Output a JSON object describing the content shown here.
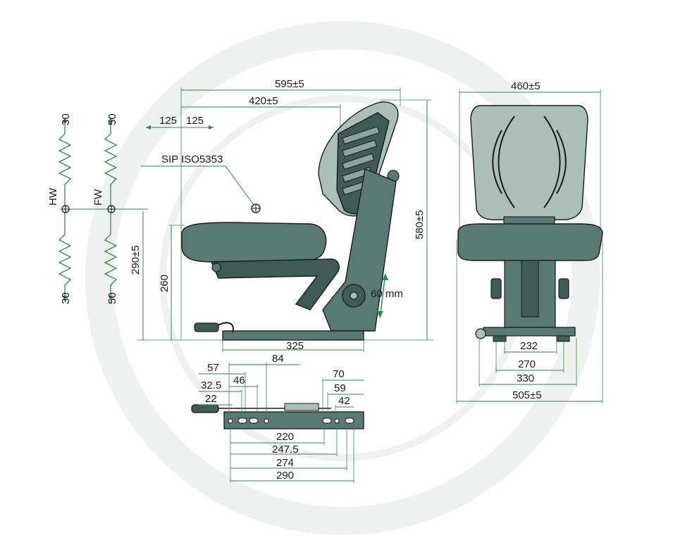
{
  "labels": {
    "overall_depth": "595±5",
    "backrest_depth": "420±5",
    "fore_aft_left": "125",
    "fore_aft_right": "125",
    "sip": "SIP ISO5353",
    "hw": "HW",
    "fw": "FW",
    "hw_up": "30",
    "hw_down": "30",
    "fw_up": "50",
    "fw_down": "50",
    "height_290": "290±5",
    "height_260": "260",
    "height_580": "580±5",
    "stroke_60": "60 mm",
    "base_325": "325",
    "front_width": "460±5",
    "w232": "232",
    "w270": "270",
    "w330": "330",
    "w505": "505±5",
    "rail_84": "84",
    "rail_57": "57",
    "rail_46": "46",
    "rail_32_5": "32.5",
    "rail_22": "22",
    "rail_70": "70",
    "rail_59": "59",
    "rail_42": "42",
    "rail_220": "220",
    "rail_247_5": "247.5",
    "rail_274": "274",
    "rail_290": "290"
  },
  "colors": {
    "dimension_line": "#2f8a4f",
    "seat_body": "#587a72",
    "seat_light": "#a9c0b9",
    "outline": "#1a1a1a"
  }
}
